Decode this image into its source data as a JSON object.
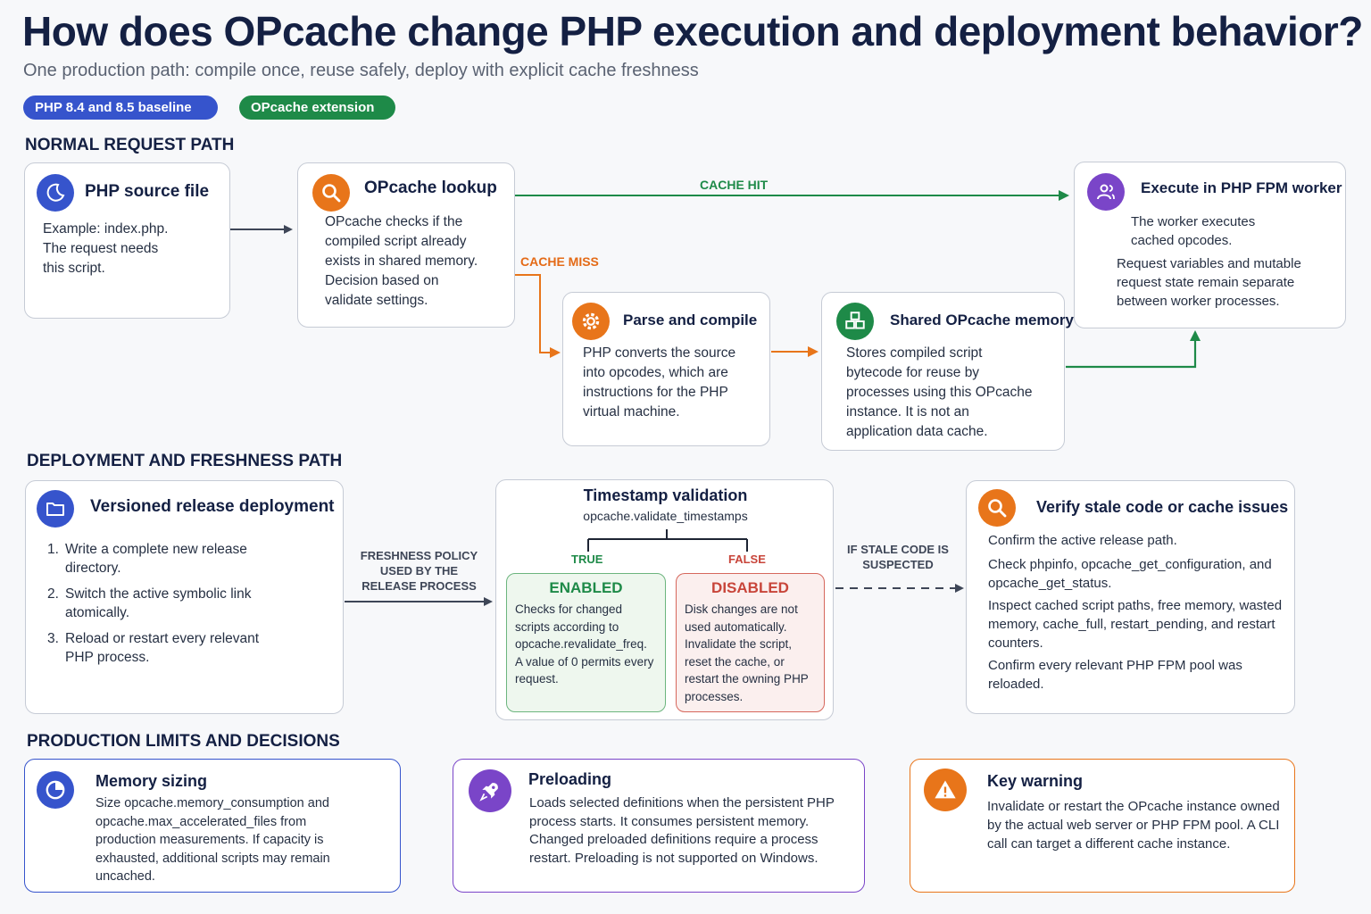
{
  "header": {
    "title": "How does OPcache change PHP execution and deployment behavior?",
    "subtitle": "One production path: compile once, reuse safely, deploy with explicit cache freshness",
    "badges": [
      "PHP 8.4 and 8.5 baseline",
      "OPcache extension"
    ]
  },
  "sections": {
    "normal": "NORMAL REQUEST PATH",
    "deployment": "DEPLOYMENT AND FRESHNESS PATH",
    "limits": "PRODUCTION LIMITS AND DECISIONS"
  },
  "normal_path": {
    "source": {
      "title": "PHP source file",
      "lines": [
        "Example: index.php.",
        "The request needs",
        "this script."
      ]
    },
    "lookup": {
      "title": "OPcache lookup",
      "lines": [
        "OPcache checks if the",
        "compiled script already",
        "exists in shared memory.",
        "Decision based on",
        "validate settings."
      ]
    },
    "compile": {
      "title": "Parse and compile",
      "lines": [
        "PHP converts the source",
        "into opcodes, which are",
        "instructions for the PHP",
        "virtual machine."
      ]
    },
    "shared": {
      "title": "Shared OPcache memory",
      "lines": [
        "Stores compiled script",
        "bytecode for reuse by",
        "processes using this OPcache",
        "instance. It is not an",
        "application data cache."
      ]
    },
    "execute": {
      "title": "Execute in PHP FPM worker",
      "lines_a": [
        "The worker executes",
        "cached opcodes."
      ],
      "lines_b": [
        "Request variables and mutable",
        "request state remain separate",
        "between worker processes."
      ]
    },
    "cache_hit": "CACHE HIT",
    "cache_miss": "CACHE MISS"
  },
  "deployment_path": {
    "release": {
      "title": "Versioned release deployment",
      "steps": [
        {
          "num": "1.",
          "text": "Write a complete new release directory."
        },
        {
          "num": "2.",
          "text": "Switch the active symbolic link atomically."
        },
        {
          "num": "3.",
          "text": "Reload or restart every relevant PHP process."
        }
      ]
    },
    "policy_label": "FRESHNESS POLICY USED BY THE RELEASE PROCESS",
    "timestamp": {
      "title": "Timestamp validation",
      "setting": "opcache.validate_timestamps",
      "true_label": "TRUE",
      "false_label": "FALSE",
      "enabled": {
        "head": "ENABLED",
        "text": "Checks for changed scripts according to opcache.revalidate_freq. A value of 0 permits every request."
      },
      "disabled": {
        "head": "DISABLED",
        "text": "Disk changes are not used automatically. Invalidate the script, reset the cache, or restart the owning PHP processes."
      }
    },
    "stale_label": "IF STALE CODE IS SUSPECTED",
    "verify": {
      "title": "Verify stale code or cache issues",
      "items": [
        "Confirm the active release path.",
        "Check phpinfo, opcache_get_configuration, and opcache_get_status.",
        "Inspect cached script paths, free memory, wasted memory, cache_full, restart_pending, and restart counters.",
        "Confirm every relevant PHP FPM pool was reloaded."
      ]
    }
  },
  "limits": {
    "memory": {
      "title": "Memory sizing",
      "text": "Size opcache.memory_consumption and opcache.max_accelerated_files from production measurements. If capacity is exhausted, additional scripts may remain uncached."
    },
    "preloading": {
      "title": "Preloading",
      "text": "Loads selected definitions when the persistent PHP process starts. It consumes persistent memory. Changed preloaded definitions require a process restart. Preloading is not supported on Windows."
    },
    "warning": {
      "title": "Key warning",
      "text": "Invalidate or restart the OPcache instance owned by the actual web server or PHP FPM pool. A CLI call can target a different cache instance."
    }
  },
  "colors": {
    "navy": "#142043",
    "blue": "#3654cc",
    "green": "#1e8a48",
    "orange": "#e8751a",
    "purple": "#7a45c8",
    "red": "#c8453a",
    "arrow_gray": "#3e4657"
  },
  "icons": {
    "source": "crescent-icon",
    "lookup": "search-icon",
    "compile": "gear-icon",
    "shared": "cubes-icon",
    "execute": "users-icon",
    "release": "folder-icon",
    "verify": "search-icon",
    "memory": "pie-chart-icon",
    "preloading": "rocket-icon",
    "warning": "warning-icon"
  }
}
